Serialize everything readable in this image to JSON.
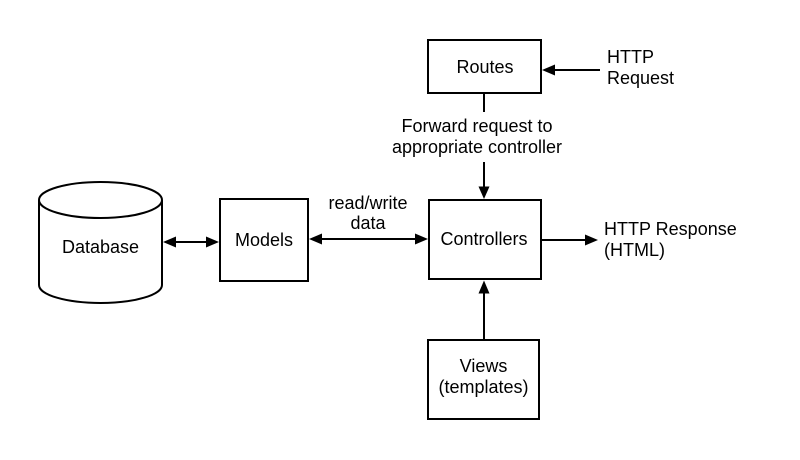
{
  "diagram": {
    "type": "flowchart",
    "description": "MVC web framework request flow diagram",
    "colors": {
      "stroke": "#000000",
      "node_fill": "#ffffff",
      "text": "#000000",
      "background": "#ffffff"
    },
    "nodes": {
      "database": {
        "label": "Database",
        "shape": "cylinder"
      },
      "models": {
        "label": "Models",
        "shape": "rect"
      },
      "routes": {
        "label": "Routes",
        "shape": "rect"
      },
      "controllers": {
        "label": "Controllers",
        "shape": "rect"
      },
      "views": {
        "label_line1": "Views",
        "label_line2": "(templates)",
        "shape": "rect"
      }
    },
    "labels": {
      "http_request": {
        "line1": "HTTP",
        "line2": "Request"
      },
      "forward_request": {
        "line1": "Forward request to",
        "line2": "appropriate controller"
      },
      "read_write": {
        "line1": "read/write",
        "line2": "data"
      },
      "http_response": {
        "line1": "HTTP Response",
        "line2": "(HTML)"
      }
    },
    "edges": [
      {
        "from": "HTTP Request",
        "to": "Routes",
        "style": "single-arrow"
      },
      {
        "from": "Routes",
        "to": "Controllers",
        "style": "single-arrow",
        "label": "Forward request to appropriate controller"
      },
      {
        "from": "Database",
        "to": "Models",
        "style": "double-arrow"
      },
      {
        "from": "Models",
        "to": "Controllers",
        "style": "double-arrow",
        "label": "read/write data"
      },
      {
        "from": "Controllers",
        "to": "HTTP Response (HTML)",
        "style": "single-arrow"
      },
      {
        "from": "Views",
        "to": "Controllers",
        "style": "single-arrow"
      }
    ]
  }
}
